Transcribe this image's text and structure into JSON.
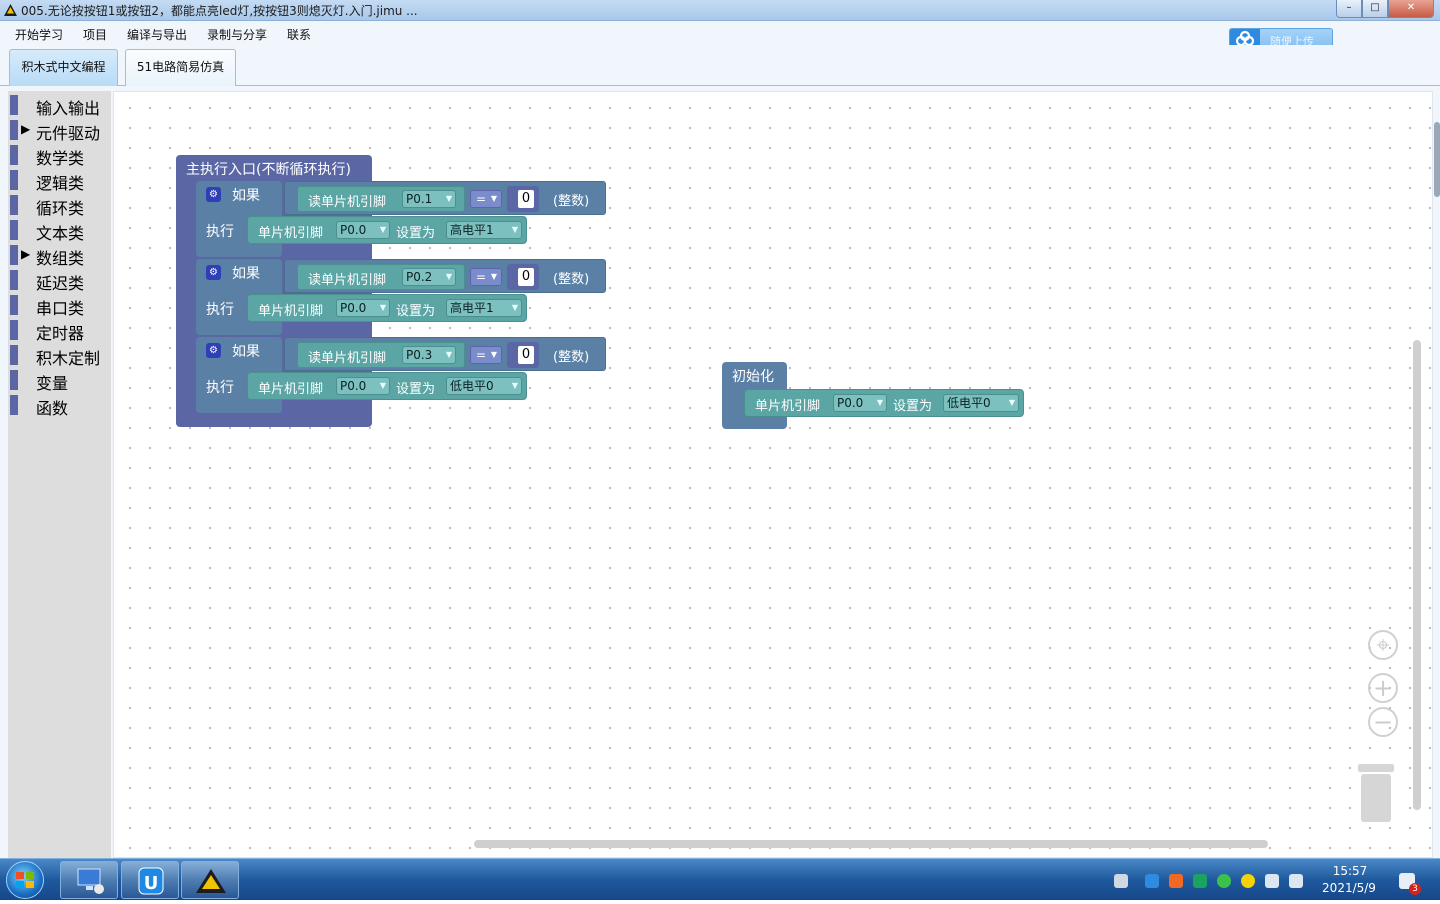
{
  "window": {
    "title": "005.无论按按钮1或按钮2，都能点亮led灯,按按钮3则熄灭灯.入门.jimu ...",
    "min": "–",
    "max": "□",
    "close": "✕"
  },
  "menu": [
    "开始学习",
    "项目",
    "编译与导出",
    "录制与分享",
    "联系"
  ],
  "cloud_button": {
    "label": "随便上传"
  },
  "tabs": [
    "积木式中文编程",
    "51电路简易仿真"
  ],
  "toolbox": [
    {
      "label": "输入输出",
      "arrow": ""
    },
    {
      "label": "元件驱动",
      "arrow": "▶"
    },
    {
      "label": "数学类",
      "arrow": ""
    },
    {
      "label": "逻辑类",
      "arrow": ""
    },
    {
      "label": "循环类",
      "arrow": ""
    },
    {
      "label": "文本类",
      "arrow": ""
    },
    {
      "label": "数组类",
      "arrow": "▶"
    },
    {
      "label": "延迟类",
      "arrow": ""
    },
    {
      "label": "串口类",
      "arrow": ""
    },
    {
      "label": "定时器",
      "arrow": ""
    },
    {
      "label": "积木定制",
      "arrow": ""
    },
    {
      "label": "变量",
      "arrow": ""
    },
    {
      "label": "函数",
      "arrow": ""
    }
  ],
  "main_block": {
    "title": "主执行入口(不断循环执行)",
    "if_label": "如果",
    "do_label": "执行",
    "read_label": "读单片机引脚",
    "int_label": "(整数)",
    "set_label": "单片机引脚",
    "set_as": "设置为",
    "rules": [
      {
        "read_pin": "P0.1",
        "op": "=",
        "value": "0",
        "set_pin": "P0.0",
        "level": "高电平1"
      },
      {
        "read_pin": "P0.2",
        "op": "=",
        "value": "0",
        "set_pin": "P0.0",
        "level": "高电平1"
      },
      {
        "read_pin": "P0.3",
        "op": "=",
        "value": "0",
        "set_pin": "P0.0",
        "level": "低电平0"
      }
    ]
  },
  "init_block": {
    "title": "初始化",
    "set_label": "单片机引脚",
    "pin": "P0.0",
    "set_as": "设置为",
    "level": "低电平0"
  },
  "controls": {
    "center": "⌖",
    "zoom_in": "+",
    "zoom_out": "−"
  },
  "taskbar": {
    "time": "15:57",
    "date": "2021/5/9",
    "badge": "3"
  },
  "colors": {
    "logic_block": "#5b80a5",
    "main_block": "#5b67a5",
    "io_block": "#5ba5a5"
  }
}
